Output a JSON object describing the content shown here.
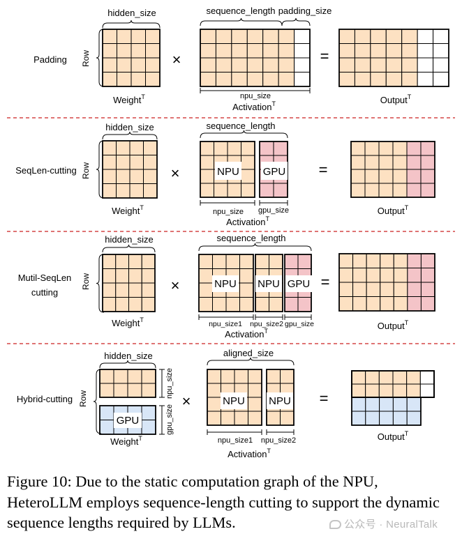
{
  "colors": {
    "npu": "#fde1c2",
    "gpu": "#f4c4c8",
    "gpu_hybrid": "#d8e6f7",
    "empty": "#ffffff",
    "divider": "#cc2222",
    "watermark": "#b8b8b8"
  },
  "rows": {
    "padding": {
      "label": "Padding",
      "row_axis": "Row",
      "hidden_size": "hidden_size",
      "weight": "Weight",
      "sequence_length": "sequence_length",
      "padding_size": "padding_size",
      "npu_size": "npu_size",
      "activation": "Activation",
      "output": "Output"
    },
    "seqlen": {
      "label": "SeqLen-cutting",
      "row_axis": "Row",
      "hidden_size": "hidden_size",
      "weight": "Weight",
      "sequence_length": "sequence_length",
      "npu_block": "NPU",
      "gpu_block": "GPU",
      "npu_size": "npu_size",
      "gpu_size": "gpu_size",
      "activation": "Activation",
      "output": "Output"
    },
    "multi": {
      "label_line1": "Mutil-SeqLen",
      "label_line2": "cutting",
      "row_axis": "Row",
      "hidden_size": "hidden_size",
      "weight": "Weight",
      "sequence_length": "sequence_length",
      "npu_block_1": "NPU",
      "npu_block_2": "NPU",
      "gpu_block": "GPU",
      "npu_size1": "npu_size1",
      "npu_size2": "npu_size2",
      "gpu_size": "gpu_size",
      "activation": "Activation",
      "output": "Output"
    },
    "hybrid": {
      "label": "Hybrid-cutting",
      "row_axis": "Row",
      "hidden_size": "hidden_size",
      "weight": "Weight",
      "gpu_block": "GPU",
      "npu_size": "npu_size",
      "gpu_size": "gpu_size",
      "aligned_size": "aligned_size",
      "npu_block_1": "NPU",
      "npu_block_2": "NPU",
      "npu_size1": "npu_size1",
      "npu_size2": "npu_size2",
      "activation": "Activation",
      "output": "Output"
    }
  },
  "operators": {
    "times": "×",
    "equals": "="
  },
  "superscript_t": "T",
  "caption": "Figure 10: Due to the static computation graph of the NPU, HeteroLLM employs sequence-length cutting to support the dynamic sequence lengths required by LLMs.",
  "watermark": "公众号 · NeuralTalk"
}
